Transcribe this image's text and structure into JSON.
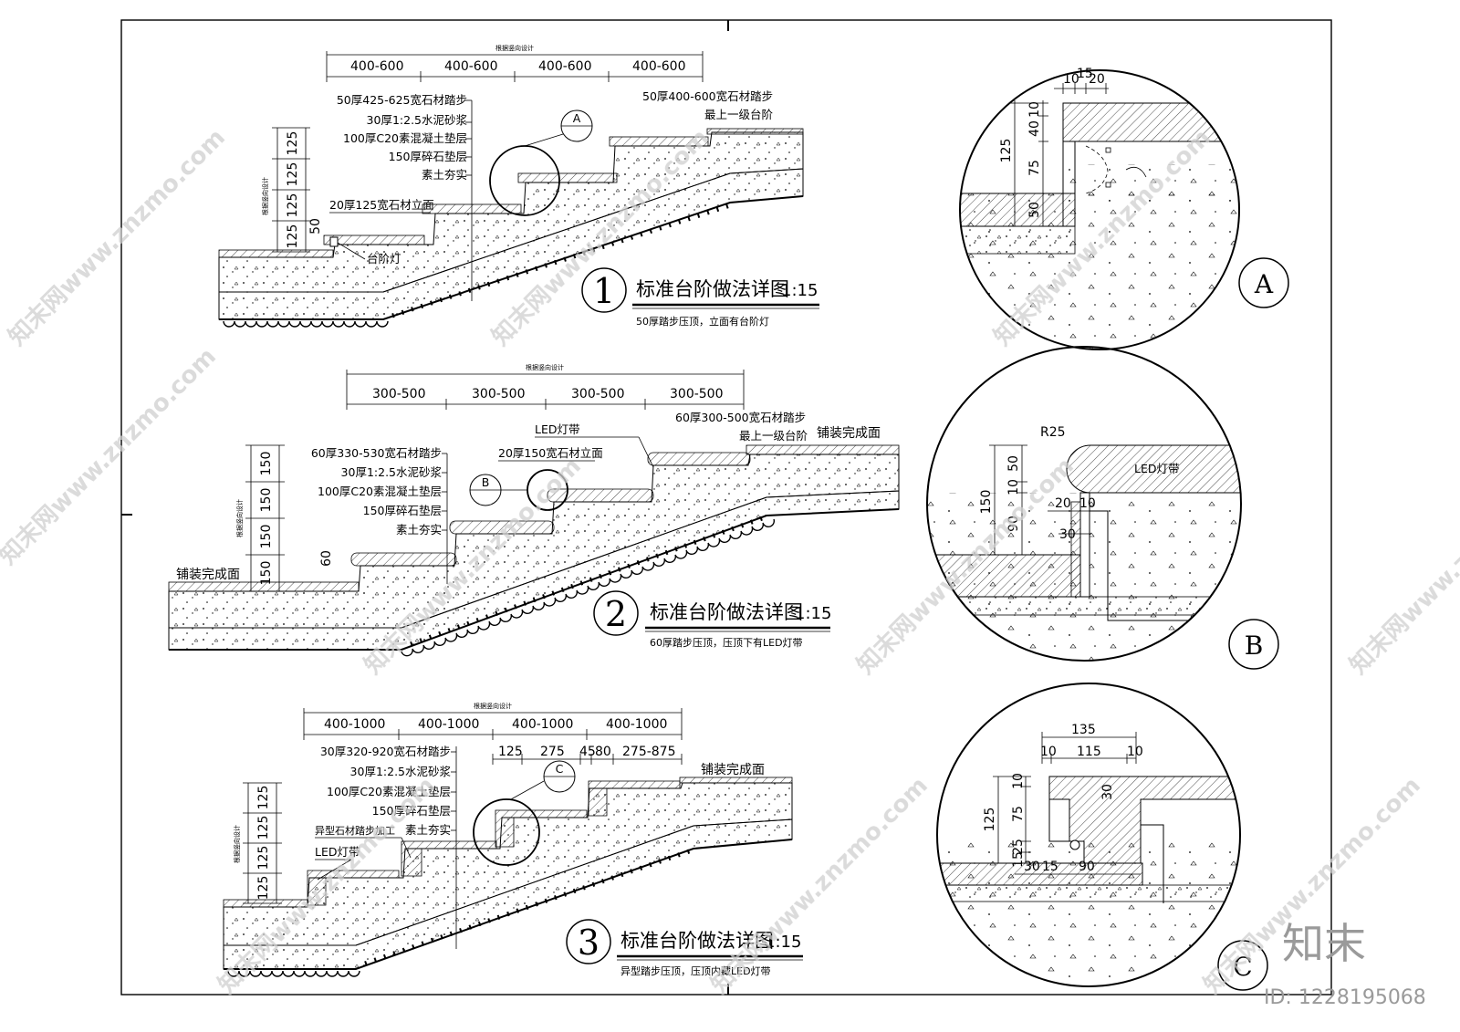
{
  "watermark": {
    "text": "知末网www.znzmo.com",
    "brand": "知末",
    "id": "ID: 1228195068"
  },
  "detail1": {
    "number": "1",
    "title": "标准台阶做法详图",
    "scale": "1:15",
    "subtitle": "50厚踏步压顶，立面有台阶灯",
    "top_note": "根据竖向设计",
    "side_note": "根据竖向设计",
    "widths": [
      "400-600",
      "400-600",
      "400-600",
      "400-600"
    ],
    "heights": [
      "125",
      "125",
      "125",
      "125"
    ],
    "lip": "50",
    "labels": [
      "50厚425-625宽石材踏步",
      "30厚1:2.5水泥砂浆",
      "100厚C20素混凝土垫层",
      "150厚碎石垫层",
      "素土夯实"
    ],
    "riser": "20厚125宽石材立面",
    "lamp": "台阶灯",
    "top_step": [
      "50厚400-600宽石材踏步",
      "最上一级台阶"
    ],
    "callout": "A"
  },
  "detail2": {
    "number": "2",
    "title": "标准台阶做法详图",
    "scale": "1:15",
    "subtitle": "60厚踏步压顶，压顶下有LED灯带",
    "top_note": "根据竖向设计",
    "side_note": "根据竖向设计",
    "widths": [
      "300-500",
      "300-500",
      "300-500",
      "300-500"
    ],
    "heights": [
      "150",
      "150",
      "150",
      "150"
    ],
    "lip": "60",
    "labels": [
      "60厚330-530宽石材踏步",
      "30厚1:2.5水泥砂浆",
      "100厚C20素混凝土垫层",
      "150厚碎石垫层",
      "素土夯实"
    ],
    "led": "LED灯带",
    "riser": "20厚150宽石材立面",
    "top_step": [
      "60厚300-500宽石材踏步",
      "最上一级台阶"
    ],
    "paving": "铺装完成面",
    "callout": "B"
  },
  "detail3": {
    "number": "3",
    "title": "标准台阶做法详图",
    "scale": "1:15",
    "subtitle": "异型踏步压顶，压顶内藏LED灯带",
    "top_note": "根据竖向设计",
    "side_note": "根据竖向设计",
    "widths": [
      "400-1000",
      "400-1000",
      "400-1000",
      "400-1000"
    ],
    "sub_widths": [
      "125",
      "275",
      "45",
      "80",
      "275-875"
    ],
    "heights": [
      "125",
      "125",
      "125",
      "125"
    ],
    "labels": [
      "30厚320-920宽石材踏步",
      "30厚1:2.5水泥砂浆",
      "100厚C20素混凝土垫层",
      "150厚碎石垫层",
      "素土夯实"
    ],
    "special": "异型石材踏步加工",
    "led": "LED灯带",
    "paving": "铺装完成面",
    "callout": "C"
  },
  "detailA": {
    "label": "A",
    "top_dims": [
      "10",
      "15",
      "20"
    ],
    "vert_dims": [
      "10",
      "40",
      "75",
      "50"
    ],
    "total": "125"
  },
  "detailB": {
    "label": "B",
    "radius": "R25",
    "led": "LED灯带",
    "vert_dims": [
      "50",
      "10",
      "90"
    ],
    "total": "150",
    "small_dims": [
      "20",
      "10",
      "30"
    ]
  },
  "detailC": {
    "label": "C",
    "top_total": "135",
    "top_dims": [
      "10",
      "115",
      "10"
    ],
    "vert_dims": [
      "10",
      "75",
      "25",
      "15"
    ],
    "total": "125",
    "inner": "30",
    "bottom_dims": [
      "30",
      "15",
      "90"
    ]
  }
}
